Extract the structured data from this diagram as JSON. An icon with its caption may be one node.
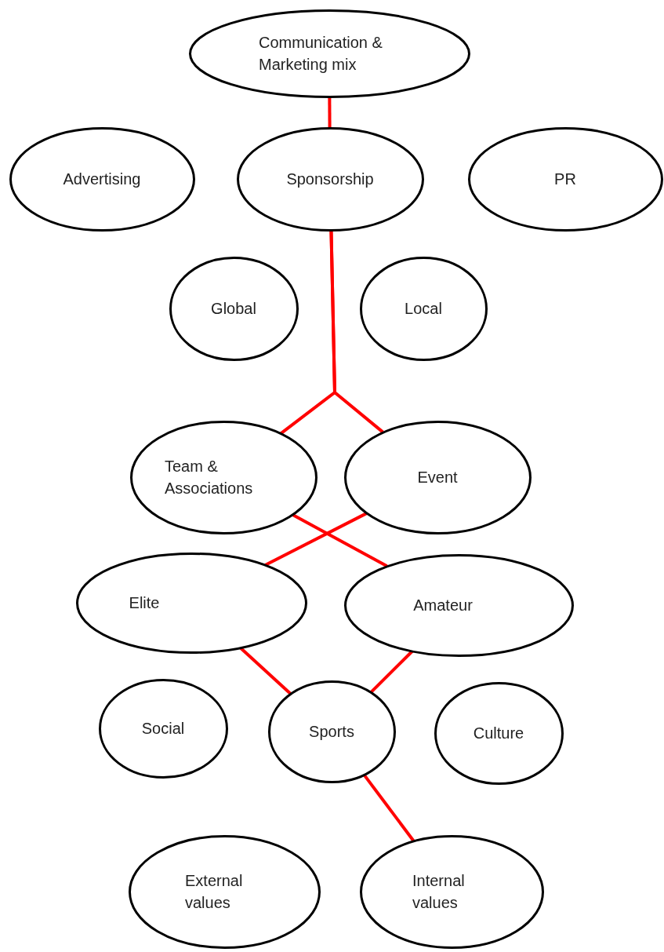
{
  "diagram": {
    "nodes": [
      {
        "text": [
          "Communication & Marketing mix"
        ]
      },
      {
        "text": [
          "Advertising"
        ]
      },
      {
        "text": [
          "Sponsorship"
        ]
      },
      {
        "text": [
          "PR"
        ]
      },
      {
        "text": [
          "Global"
        ]
      },
      {
        "text": [
          "Local"
        ]
      },
      {
        "text": [
          "Team & Associations"
        ]
      },
      {
        "text": [
          "Event"
        ]
      },
      {
        "text": [
          "Elite"
        ]
      },
      {
        "text": [
          "Amateur"
        ]
      },
      {
        "text": [
          "Social"
        ]
      },
      {
        "text": [
          "Sports"
        ]
      },
      {
        "text": [
          "Culture"
        ]
      },
      {
        "text": [
          "External values"
        ]
      },
      {
        "text": [
          "Internal values"
        ]
      }
    ],
    "edges": [
      {
        "from": 0,
        "to": 2,
        "arrow": "none"
      },
      {
        "from": 2,
        "to": 6,
        "arrow": "none"
      },
      {
        "from": 2,
        "to": 7,
        "arrow": "none"
      },
      {
        "from": 6,
        "to": 9,
        "arrow": "none"
      },
      {
        "from": 7,
        "to": 8,
        "arrow": "none"
      },
      {
        "from": 8,
        "to": 11,
        "arrow": "none"
      },
      {
        "from": 9,
        "to": 11,
        "arrow": "none"
      },
      {
        "from": 11,
        "to": 14,
        "arrow": "none"
      }
    ]
  }
}
